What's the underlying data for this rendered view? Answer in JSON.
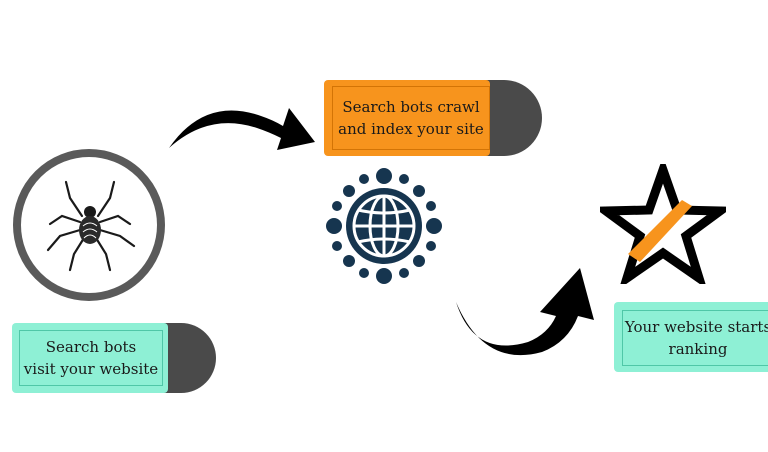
{
  "steps": [
    {
      "line1": "Search bots",
      "line2": "visit your website"
    },
    {
      "line1": "Search bots crawl",
      "line2": "and index your site"
    },
    {
      "line1": "Your  website starts",
      "line2": "ranking"
    }
  ],
  "icons": [
    "spider-icon",
    "globe-network-icon",
    "star-icon",
    "curved-arrow-icon"
  ],
  "colors": {
    "orange": "#f7941d",
    "mint": "#8ef0d5",
    "dark": "#4a4a4a",
    "navy": "#16354f"
  }
}
